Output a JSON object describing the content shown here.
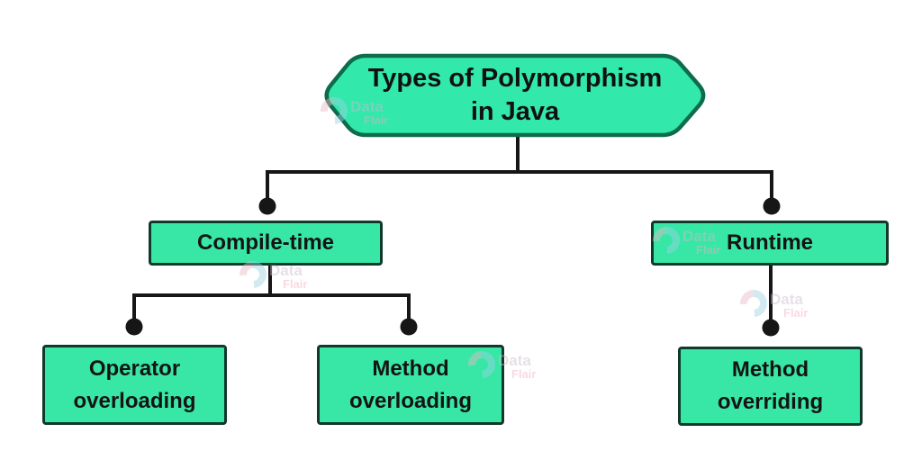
{
  "diagram": {
    "type": "flowchart-tree",
    "nodes": [
      {
        "id": "root",
        "lines": [
          "Types of Polymorphism",
          "in Java"
        ]
      },
      {
        "id": "compile-time",
        "lines": [
          "Compile-time"
        ]
      },
      {
        "id": "runtime",
        "lines": [
          "Runtime"
        ]
      },
      {
        "id": "operator-overloading",
        "lines": [
          "Operator",
          "overloading"
        ]
      },
      {
        "id": "method-overloading",
        "lines": [
          "Method",
          "overloading"
        ]
      },
      {
        "id": "method-overriding",
        "lines": [
          "Method",
          "overriding"
        ]
      }
    ],
    "edges": [
      [
        "root",
        "compile-time"
      ],
      [
        "root",
        "runtime"
      ],
      [
        "compile-time",
        "operator-overloading"
      ],
      [
        "compile-time",
        "method-overloading"
      ],
      [
        "runtime",
        "method-overriding"
      ]
    ],
    "colors": {
      "node_fill": "#38e7a6",
      "node_border": "#11392b",
      "root_border": "#0d6b4e",
      "connector": "#161616",
      "text": "#141414",
      "background": "#ffffff",
      "watermark_logo": "#9fd2e6",
      "watermark_data_text": "#c9bccb",
      "watermark_flair_text": "#f0aec0"
    },
    "watermark": {
      "word1": "Data",
      "word2": "Flair"
    }
  }
}
